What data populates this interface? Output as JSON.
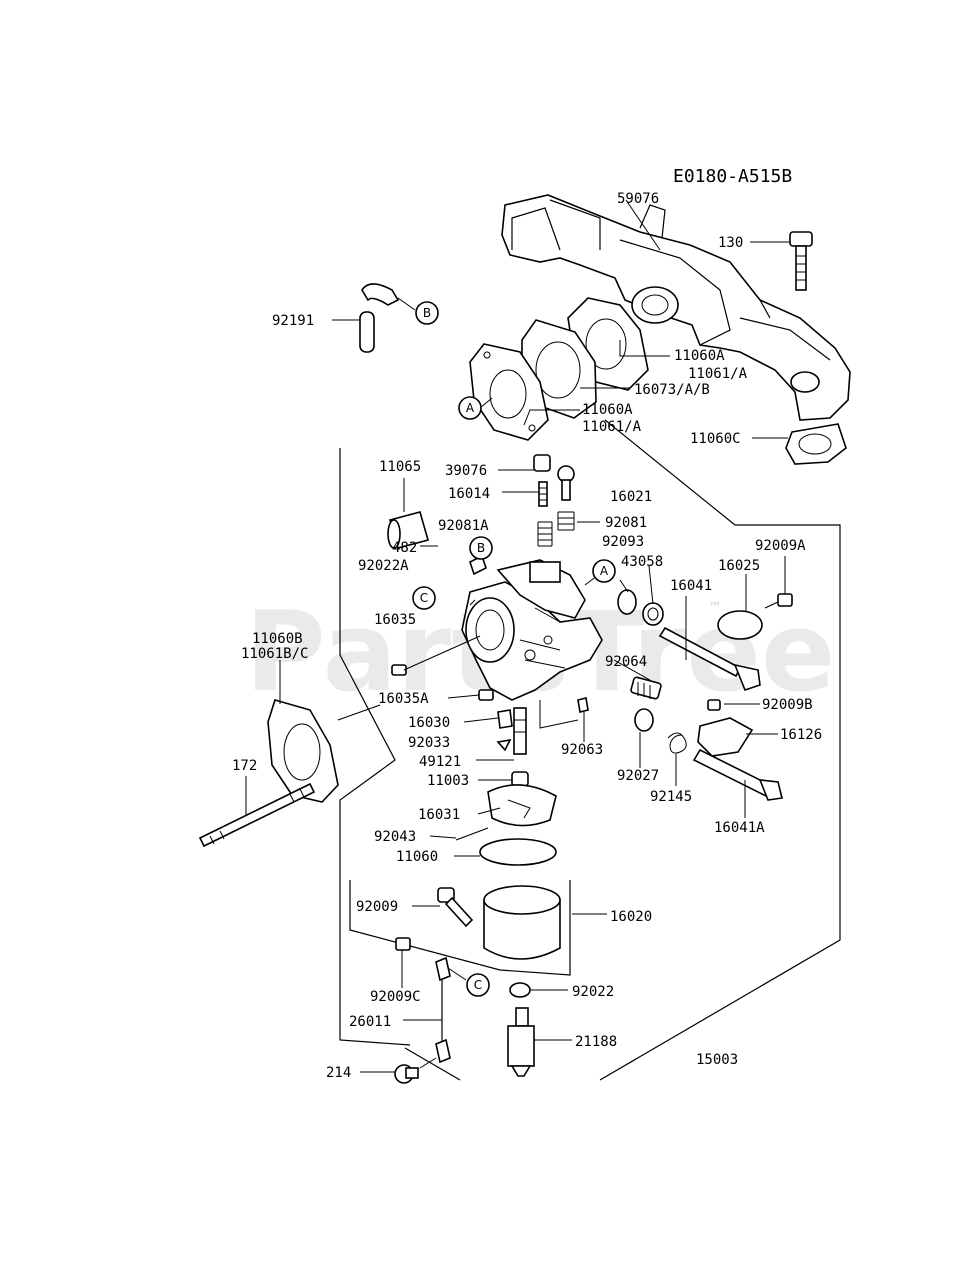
{
  "diagram_code": "E0180-A515B",
  "group_number": "15003",
  "watermark": "PartsTree",
  "watermark_mark": "™",
  "callouts": {
    "a": "A",
    "b": "B",
    "c": "C"
  },
  "part_labels": {
    "p59076": "59076",
    "p130": "130",
    "p92191": "92191",
    "p11060A_1": "11060A",
    "p11061A_1": "11061/A",
    "p16073": "16073/A/B",
    "p11060A_2": "11060A",
    "p11061A_2": "11061/A",
    "p11060C": "11060C",
    "p11065": "11065",
    "p39076": "39076",
    "p16014": "16014",
    "p16021": "16021",
    "p92081A": "92081A",
    "p92081": "92081",
    "p92093": "92093",
    "p482": "482",
    "p92022A": "92022A",
    "p43058": "43058",
    "p16041": "16041",
    "p16025": "16025",
    "p92009A": "92009A",
    "p16035": "16035",
    "p11060B": "11060B",
    "p11061BC": "11061B/C",
    "p92064": "92064",
    "p16035A": "16035A",
    "p92009B": "92009B",
    "p16030": "16030",
    "p16126": "16126",
    "p92033": "92033",
    "p92063": "92063",
    "p49121": "49121",
    "p92027": "92027",
    "p11003": "11003",
    "p92145": "92145",
    "p172": "172",
    "p16041A": "16041A",
    "p16031": "16031",
    "p92043": "92043",
    "p11060": "11060",
    "p92009": "92009",
    "p16020": "16020",
    "p92009C": "92009C",
    "p92022": "92022",
    "p26011": "26011",
    "p21188": "21188",
    "p214": "214"
  }
}
